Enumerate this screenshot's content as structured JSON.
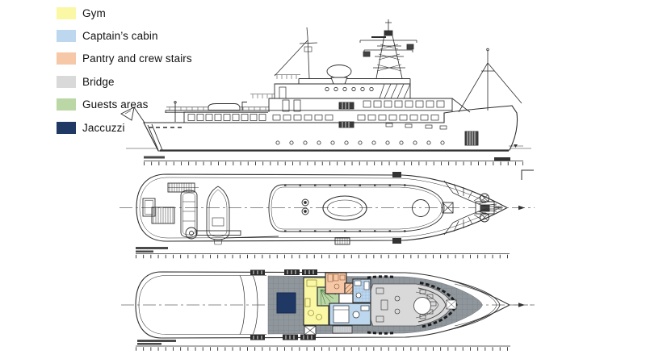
{
  "legend": {
    "items": [
      {
        "id": "gym",
        "label": "Gym",
        "color": "#faf8a4"
      },
      {
        "id": "captains-cabin",
        "label": "Captain’s cabin",
        "color": "#bdd7ee"
      },
      {
        "id": "pantry-crew-stairs",
        "label": "Pantry and crew stairs",
        "color": "#f6c8a8"
      },
      {
        "id": "bridge",
        "label": "Bridge",
        "color": "#d9d9d9"
      },
      {
        "id": "guests-areas",
        "label": "Guests areas",
        "color": "#bcd7a6"
      },
      {
        "id": "jaccuzzi",
        "label": "Jaccuzzi",
        "color": "#203864"
      }
    ]
  },
  "drawing": {
    "deck_color": "#8f969c",
    "line_color": "#2d2d2d"
  }
}
